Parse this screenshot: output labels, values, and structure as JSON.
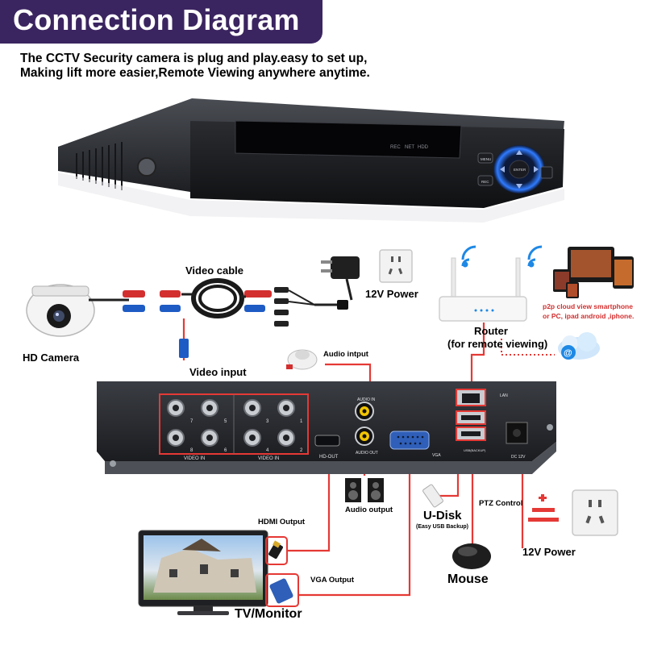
{
  "header": {
    "title": "Connection Diagram",
    "intro_line1": "The CCTV Security camera is plug and play.easy to set up,",
    "intro_line2": "Making lift more easier,Remote Viewing anywhere anytime."
  },
  "dvr_front": {
    "indicators": [
      "REC",
      "NET",
      "HDD"
    ],
    "menu_button": "MENU",
    "rec_button": "REC",
    "enter_button": "ENTER"
  },
  "labels": {
    "video_cable": "Video cable",
    "power_top": "12V Power",
    "hd_camera": "HD Camera",
    "video_input": "Video input",
    "router_line1": "Router",
    "router_line2": "(for remote viewing)",
    "p2p_line1": "p2p cloud  view smartphone",
    "p2p_line2": "or PC, ipad android ,iphone.",
    "audio_input": "Audio intput",
    "audio_output": "Audio output",
    "hdmi_output": "HDMI Output",
    "vga_output": "VGA Output",
    "u_disk": "U-Disk",
    "u_disk_note": "(Easy USB Backup)",
    "ptz_control": "PTZ Control",
    "power_bottom": "12V Power",
    "mouse": "Mouse",
    "tv_monitor": "TV/Monitor"
  },
  "dvr_back": {
    "port_numbers": [
      "7",
      "5",
      "3",
      "1",
      "8",
      "6",
      "4",
      "2"
    ],
    "video_in_1": "VIDEO IN",
    "video_in_2": "VIDEO IN",
    "audio_in": "AUDIO IN",
    "audio_out": "AUDIO OUT",
    "hd_out": "HD-OUT",
    "vga": "VGA",
    "lan": "LAN",
    "usb_note": "USB(BACKUP)",
    "dc12v": "DC 12V"
  },
  "colors": {
    "banner": "#3b2560",
    "wire": "#e53935",
    "dvr_body": "#2b2d31"
  }
}
